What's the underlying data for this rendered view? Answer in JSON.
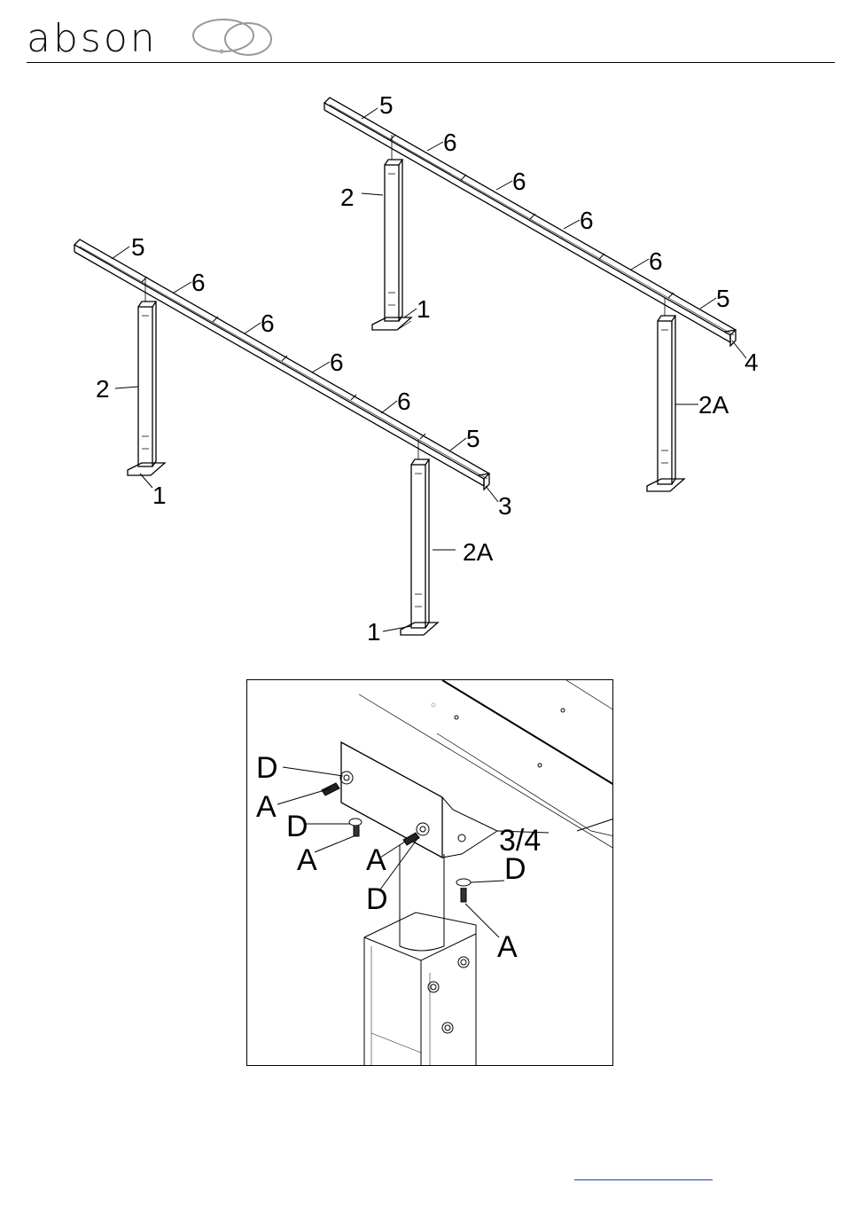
{
  "brand": {
    "name": "abson"
  },
  "overview": {
    "labels": {
      "upper_top_rail": "5",
      "upper_rail_1": "6",
      "upper_rail_2": "6",
      "upper_rail_3": "6",
      "upper_rail_4": "6",
      "upper_end_rail": "5",
      "upper_end_cap": "4",
      "upper_left_leg": "2",
      "upper_left_base": "1",
      "upper_right_leg": "2A",
      "lower_top_rail": "5",
      "lower_rail_1": "6",
      "lower_rail_2": "6",
      "lower_rail_3": "6",
      "lower_rail_4": "6",
      "lower_end_rail": "5",
      "lower_end_cap": "3",
      "lower_left_leg": "2",
      "lower_left_base": "1",
      "lower_right_leg": "2A",
      "lower_right_base": "1"
    }
  },
  "detail": {
    "labels": {
      "washer_1": "D",
      "bolt_1": "A",
      "washer_2": "D",
      "bolt_2": "A",
      "bolt_3": "A",
      "washer_3": "D",
      "rail_ref": "3/4",
      "washer_4": "D",
      "bolt_4": "A"
    }
  },
  "footer": {
    "link_text": ""
  }
}
